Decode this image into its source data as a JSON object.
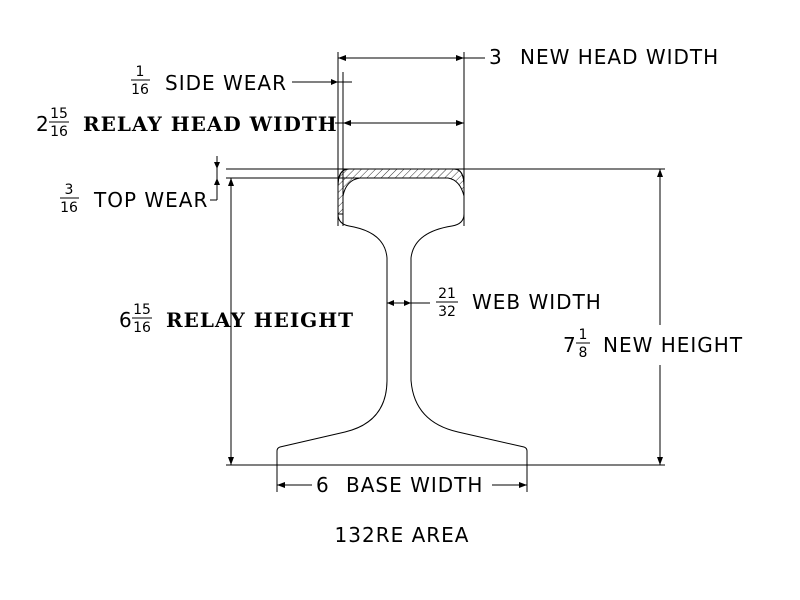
{
  "labels": {
    "new_head_width": {
      "value": "3",
      "text": "NEW HEAD WIDTH"
    },
    "side_wear": {
      "num": "1",
      "den": "16",
      "text": "SIDE WEAR"
    },
    "relay_head_width": {
      "whole": "2",
      "num": "15",
      "den": "16",
      "text": "RELAY HEAD WIDTH"
    },
    "top_wear": {
      "num": "3",
      "den": "16",
      "text": "TOP WEAR"
    },
    "web_width": {
      "num": "21",
      "den": "32",
      "text": "WEB WIDTH"
    },
    "relay_height": {
      "whole": "6",
      "num": "15",
      "den": "16",
      "text": "RELAY HEIGHT"
    },
    "new_height": {
      "whole": "7",
      "num": "1",
      "den": "8",
      "text": "NEW HEIGHT"
    },
    "base_width": {
      "value": "6",
      "text": "BASE WIDTH"
    }
  },
  "caption": "132RE AREA"
}
